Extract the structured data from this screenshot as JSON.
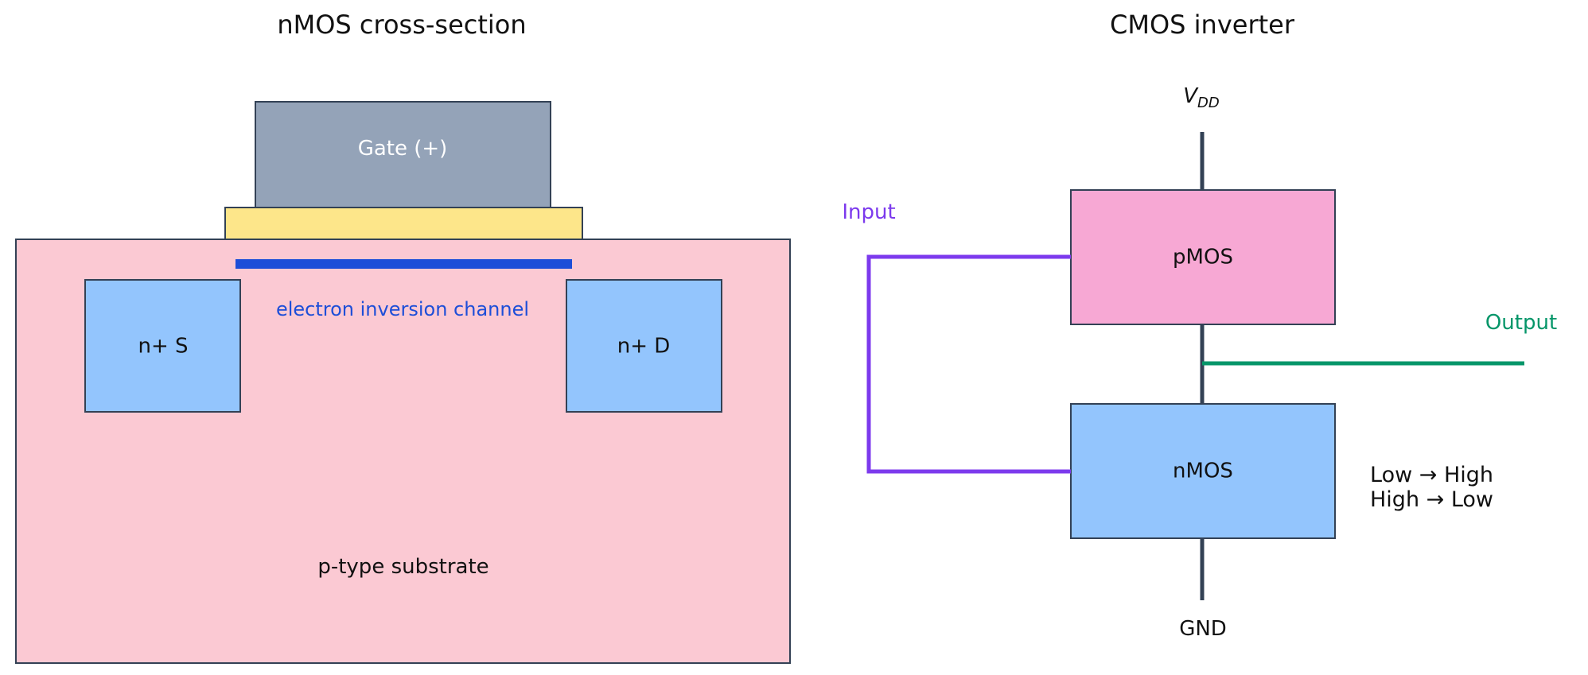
{
  "left_panel": {
    "title": "nMOS cross-section",
    "gate_label": "Gate (+)",
    "channel_label": "electron inversion channel",
    "source_label": "n+ S",
    "drain_label": "n+ D",
    "substrate_label": "p-type substrate"
  },
  "right_panel": {
    "title": "CMOS inverter",
    "vdd_main": "V",
    "vdd_sub": "DD",
    "gnd_label": "GND",
    "pmos_label": "pMOS",
    "nmos_label": "nMOS",
    "input_label": "Input",
    "output_label": "Output",
    "truth_line_1": "Low → High",
    "truth_line_2": "High → Low"
  },
  "colors": {
    "substrate": "#fbc9d3",
    "oxide": "#fde68a",
    "gate": "#94a3b8",
    "n_plus": "#93c5fd",
    "channel": "#1d4ed8",
    "pmos": "#f7a8d4",
    "nmos": "#93c5fd",
    "input_wire": "#7c3aed",
    "output_wire": "#059669",
    "rail": "#334155"
  }
}
